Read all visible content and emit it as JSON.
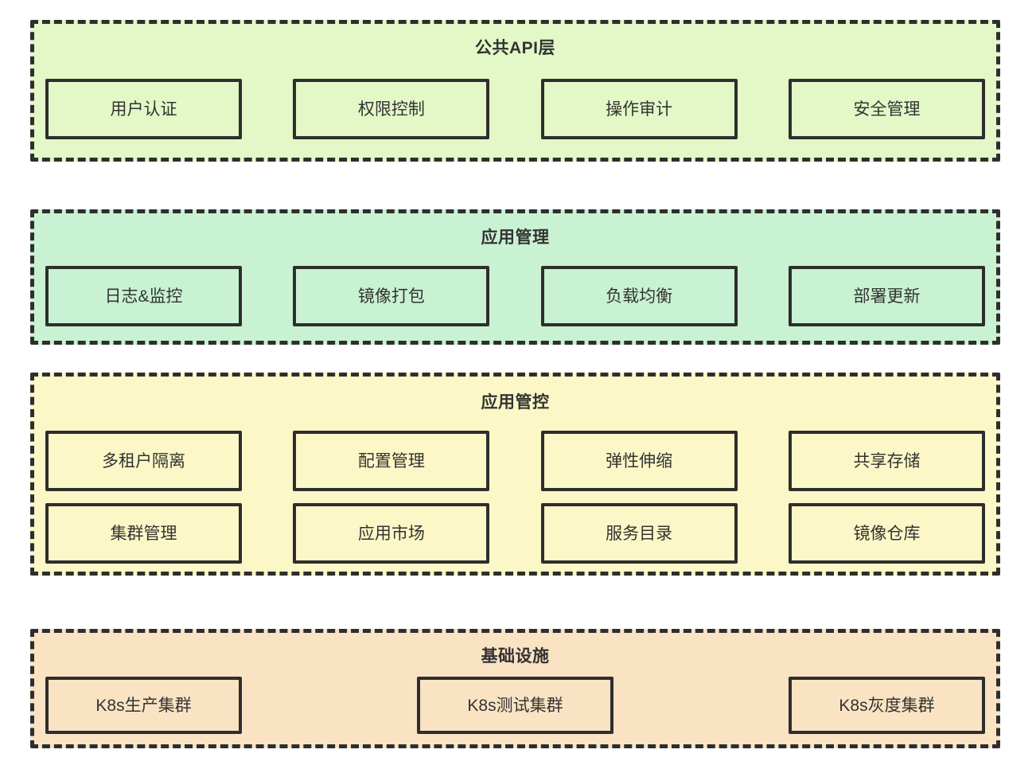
{
  "diagram": {
    "type": "layered-architecture",
    "border_color": "#2e2e2e",
    "text_color": "#333333",
    "page_background": "#ffffff"
  },
  "layers": [
    {
      "id": "public-api",
      "title": "公共API层",
      "background": "#e3f7c7",
      "rows": [
        [
          "用户认证",
          "权限控制",
          "操作审计",
          "安全管理"
        ]
      ]
    },
    {
      "id": "app-management",
      "title": "应用管理",
      "background": "#c9f2d2",
      "rows": [
        [
          "日志&监控",
          "镜像打包",
          "负载均衡",
          "部署更新"
        ]
      ]
    },
    {
      "id": "app-control",
      "title": "应用管控",
      "background": "#fbf7c6",
      "rows": [
        [
          "多租户隔离",
          "配置管理",
          "弹性伸缩",
          "共享存储"
        ],
        [
          "集群管理",
          "应用市场",
          "服务目录",
          "镜像仓库"
        ]
      ]
    },
    {
      "id": "infrastructure",
      "title": "基础设施",
      "background": "#fae3c3",
      "rows": [
        [
          "K8s生产集群",
          "K8s测试集群",
          "K8s灰度集群"
        ]
      ]
    }
  ]
}
